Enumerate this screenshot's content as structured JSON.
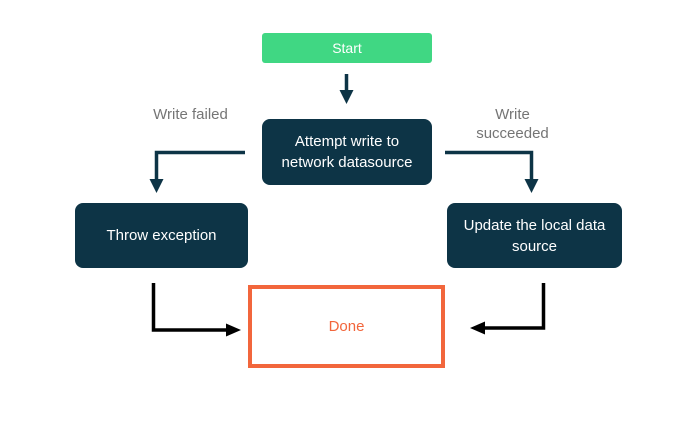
{
  "diagram": {
    "type": "flowchart",
    "background": "#ffffff",
    "nodes": {
      "start": {
        "label": "Start",
        "bg": "#40d783",
        "text_color": "#ffffff",
        "shape": "rounded-rect"
      },
      "attempt_write": {
        "label": "Attempt write to network datasource",
        "bg": "#0d3446",
        "text_color": "#ffffff",
        "shape": "rounded-rect"
      },
      "throw_exception": {
        "label": "Throw exception",
        "bg": "#0d3446",
        "text_color": "#ffffff",
        "shape": "rounded-rect"
      },
      "update_local": {
        "label": "Update the local data source",
        "bg": "#0d3446",
        "text_color": "#ffffff",
        "shape": "rounded-rect"
      },
      "done": {
        "label": "Done",
        "bg": "#ffffff",
        "border_color": "#f2663c",
        "text_color": "#f2663c",
        "shape": "rect-outlined"
      }
    },
    "edges": [
      {
        "from": "start",
        "to": "attempt_write",
        "label": "",
        "color": "#0d3446"
      },
      {
        "from": "attempt_write",
        "to": "throw_exception",
        "label": "Write failed",
        "color": "#0d3446"
      },
      {
        "from": "attempt_write",
        "to": "update_local",
        "label": "Write succeeded",
        "color": "#0d3446"
      },
      {
        "from": "throw_exception",
        "to": "done",
        "label": "",
        "color": "#000000"
      },
      {
        "from": "update_local",
        "to": "done",
        "label": "",
        "color": "#000000"
      }
    ],
    "edge_labels": {
      "write_failed": "Write failed",
      "write_succeeded": "Write succeeded"
    },
    "colors": {
      "connector_primary": "#0d3446",
      "connector_merge": "#000000",
      "edge_label_text": "#757575"
    }
  }
}
